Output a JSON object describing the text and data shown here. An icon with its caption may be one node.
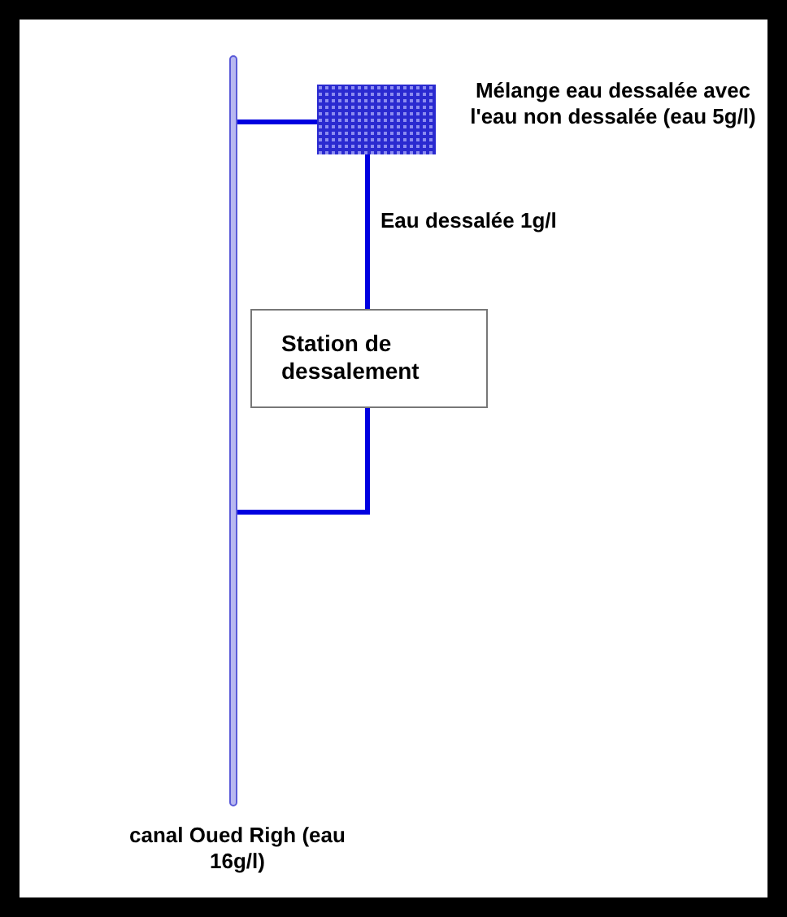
{
  "diagram": {
    "nodes": [
      {
        "text": [
          "canal Oued Righ (eau 16g/l)"
        ]
      },
      {
        "text": [
          "Mélange eau dessalée avec l'eau non dessalée (eau 5g/l)"
        ]
      },
      {
        "text": [
          "Station de dessalement"
        ]
      }
    ],
    "edges": [
      {
        "from": 0,
        "to": 1,
        "arrow": "none"
      },
      {
        "from": 2,
        "to": 1,
        "arrow": "none",
        "label": "Eau dessalée 1g/l"
      },
      {
        "from": 0,
        "to": 2,
        "arrow": "none"
      }
    ]
  }
}
